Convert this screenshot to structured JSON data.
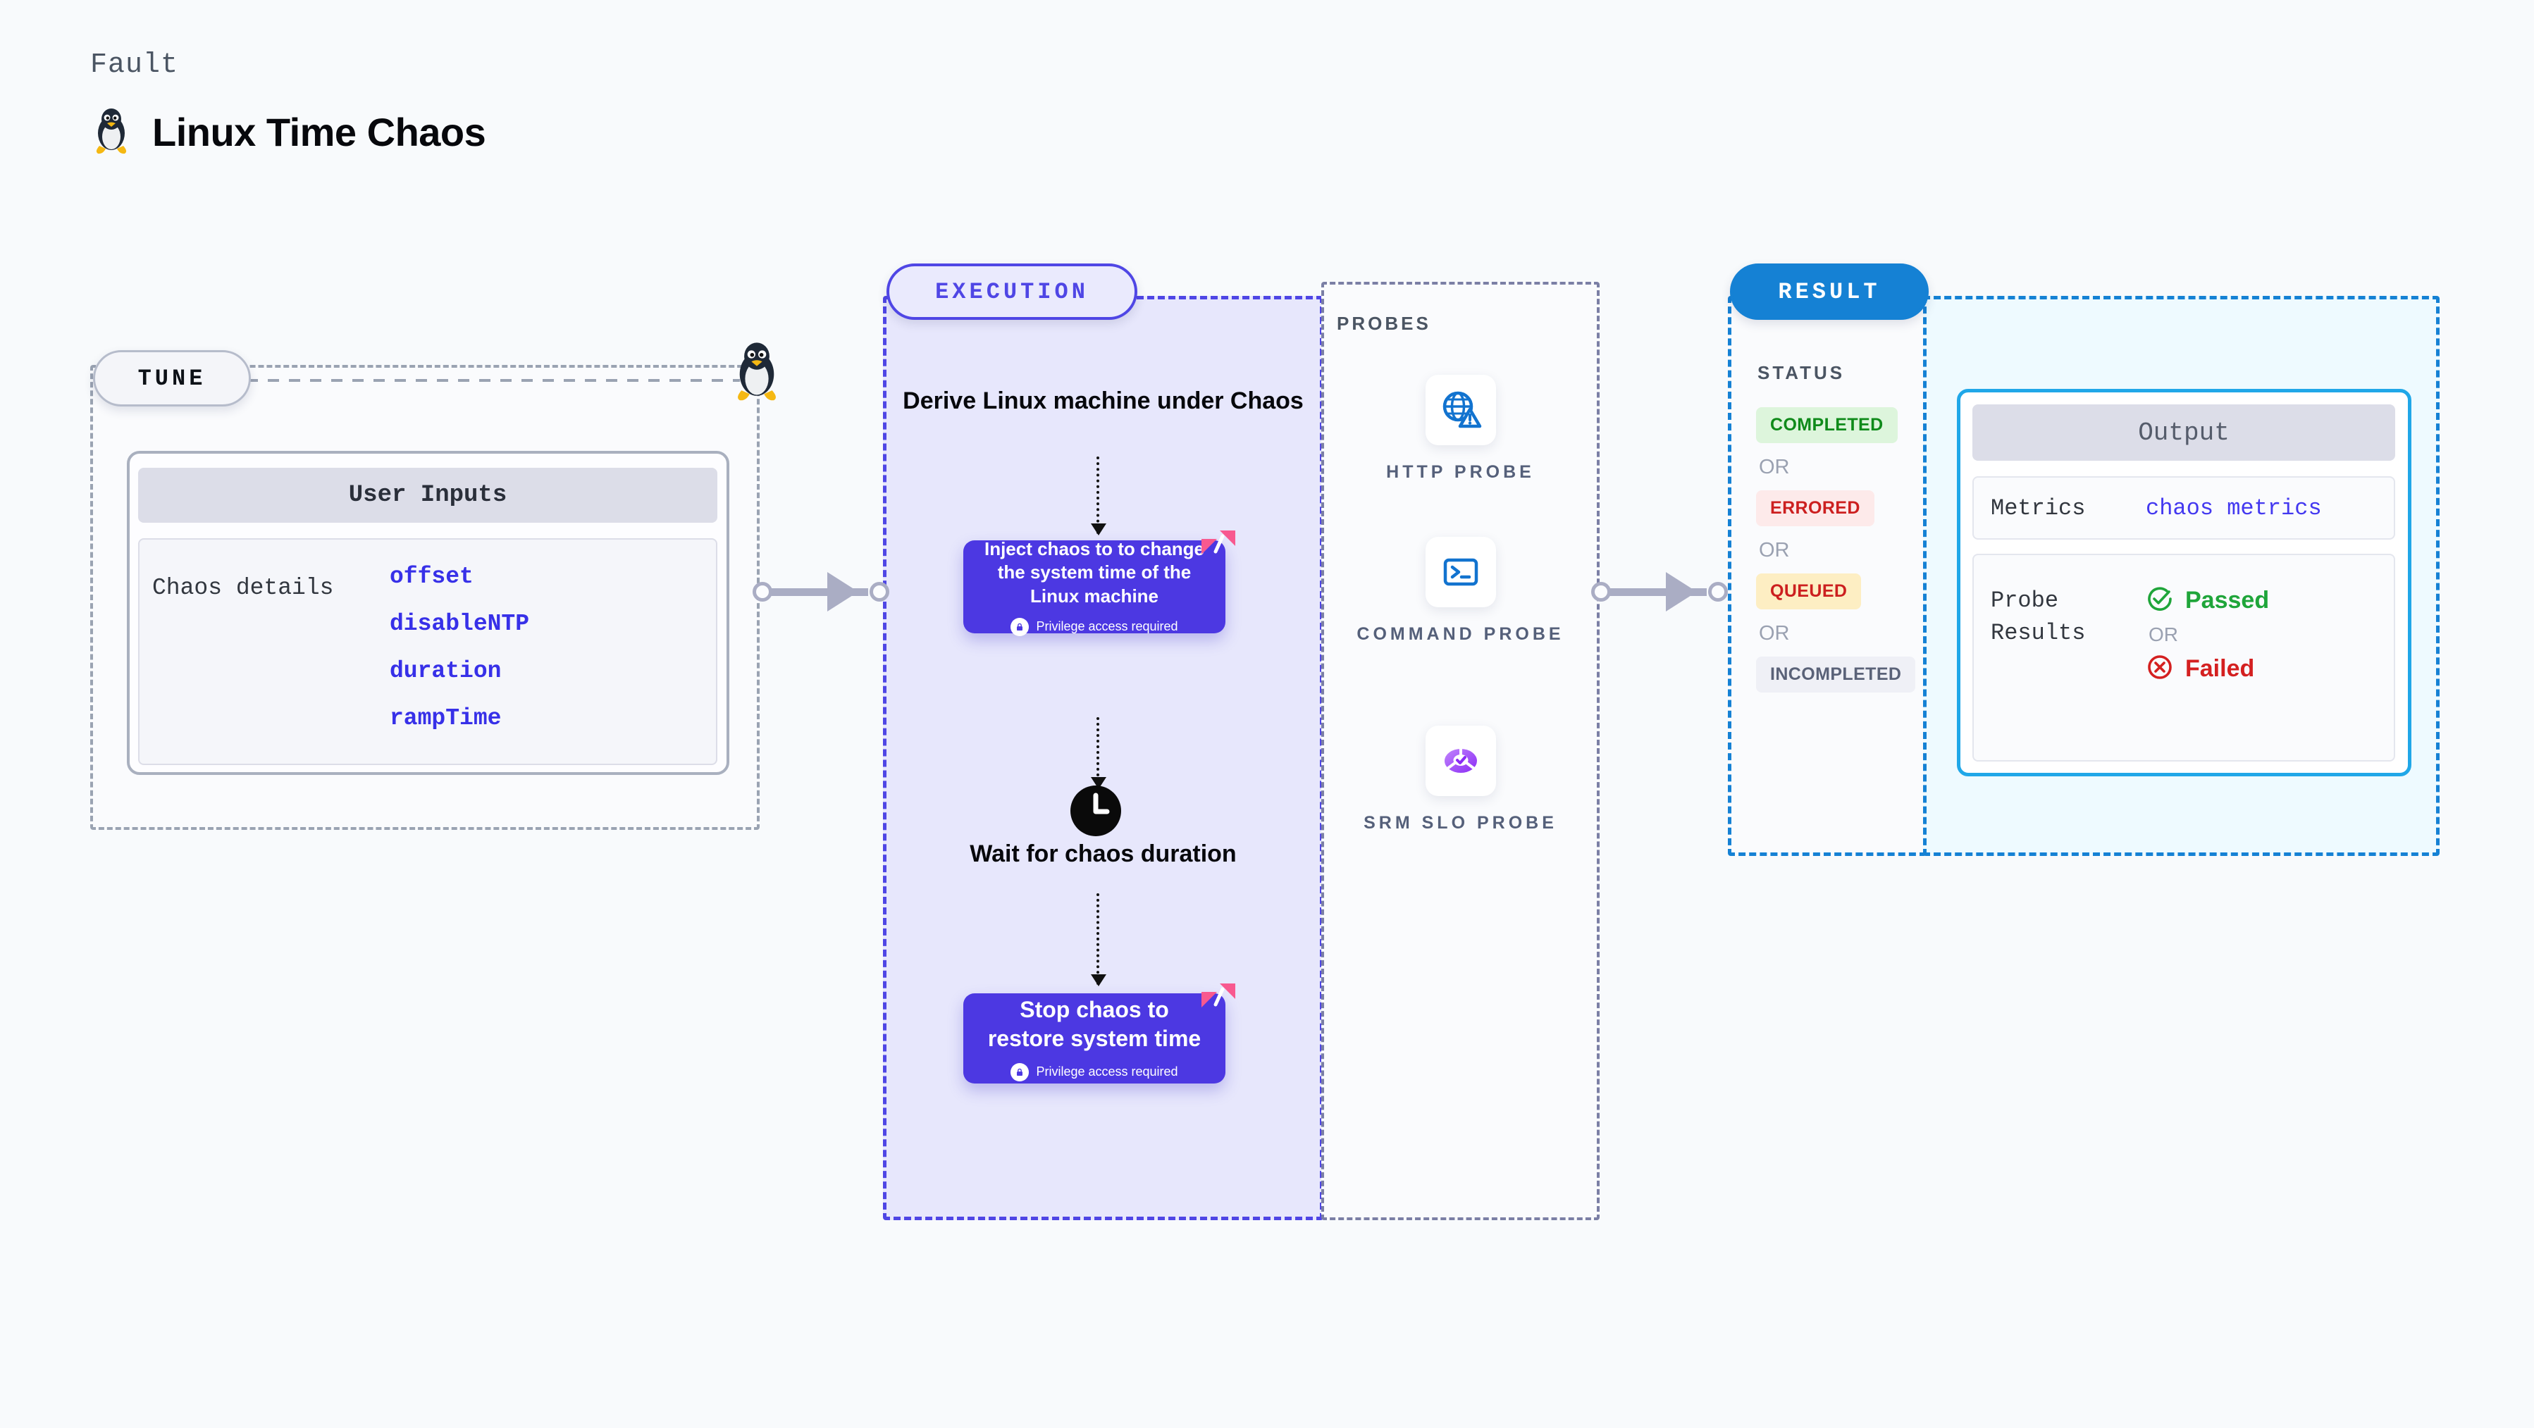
{
  "header": {
    "kicker": "Fault",
    "title": "Linux Time Chaos",
    "icon": "linux-penguin-icon"
  },
  "tune": {
    "pill_label": "TUNE",
    "card_header": "User Inputs",
    "details_label": "Chaos details",
    "params": [
      "offset",
      "disableNTP",
      "duration",
      "rampTime"
    ]
  },
  "execution": {
    "pill_label": "EXECUTION",
    "step_title": "Derive Linux machine under Chaos",
    "box1": {
      "title": "Inject chaos to to change the system time of the Linux machine",
      "privilege": "Privilege access required"
    },
    "wait_label": "Wait for chaos duration",
    "box2": {
      "title": "Stop chaos to restore system time",
      "privilege": "Privilege access required"
    }
  },
  "probes": {
    "section_label": "PROBES",
    "items": [
      {
        "name": "HTTP PROBE",
        "icon": "globe-warning-icon"
      },
      {
        "name": "COMMAND PROBE",
        "icon": "terminal-icon"
      },
      {
        "name": "SRM SLO PROBE",
        "icon": "slo-donut-check-icon"
      }
    ]
  },
  "result": {
    "pill_label": "RESULT",
    "status_label": "STATUS",
    "or_label": "OR",
    "statuses": [
      {
        "label": "COMPLETED",
        "bg": "#ddf5dc",
        "fg": "#0f8a1a"
      },
      {
        "label": "ERRORED",
        "bg": "#fdeaea",
        "fg": "#cc1f1f"
      },
      {
        "label": "QUEUED",
        "bg": "#fdeec3",
        "fg": "#cc1f1f"
      },
      {
        "label": "INCOMPLETED",
        "bg": "#eff0f6",
        "fg": "#5a6278"
      }
    ]
  },
  "output": {
    "header": "Output",
    "metrics_key": "Metrics",
    "metrics_value": "chaos metrics",
    "probe_results_key": "Probe Results",
    "passed_label": "Passed",
    "failed_label": "Failed",
    "or_label": "OR"
  },
  "colors": {
    "accent_purple": "#4c38e2",
    "accent_blue": "#1581d4",
    "pink_mark": "#f8598f",
    "pass_green": "#1fa53a",
    "fail_red": "#d42020"
  }
}
